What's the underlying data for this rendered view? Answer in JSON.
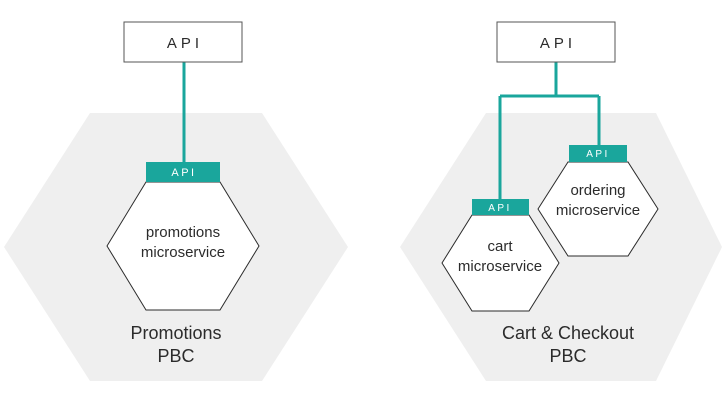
{
  "colors": {
    "accent": "#1aa69c",
    "pbc_fill": "#efefef",
    "hex_stroke": "#2b2b2b",
    "text": "#2b2b2b"
  },
  "left": {
    "api_box": "API",
    "api_badge": "API",
    "service": [
      "promotions",
      "microservice"
    ],
    "pbc": [
      "Promotions",
      "PBC"
    ]
  },
  "right": {
    "api_box": "API",
    "ordering_badge": "API",
    "ordering_service": [
      "ordering",
      "microservice"
    ],
    "cart_badge": "API",
    "cart_service": [
      "cart",
      "microservice"
    ],
    "pbc": [
      "Cart & Checkout",
      "PBC"
    ]
  }
}
